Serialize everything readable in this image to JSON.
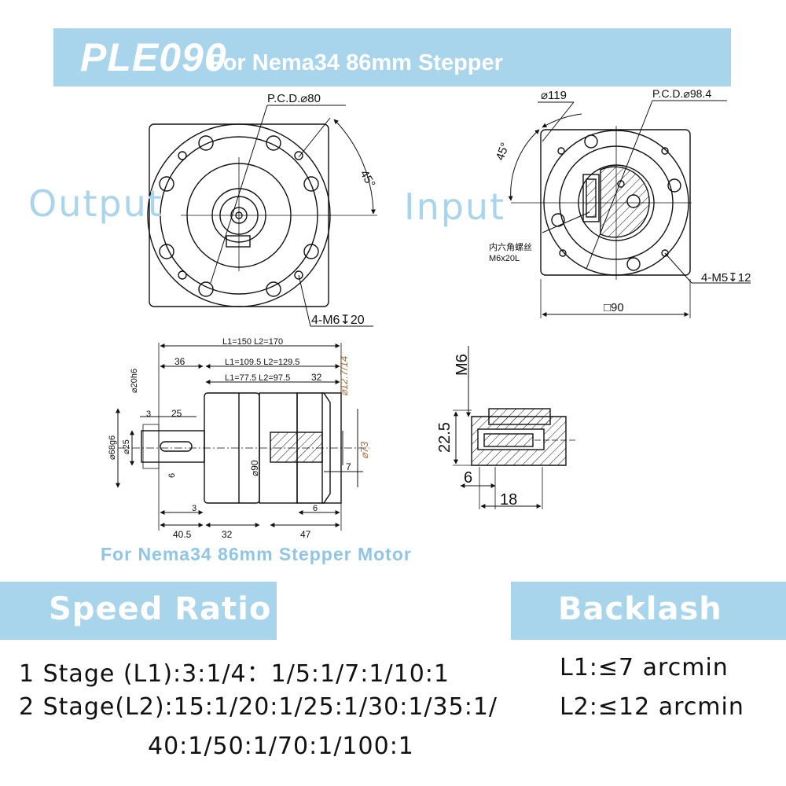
{
  "title": {
    "model": "PLE090",
    "subtitle": "For Nema34 86mm Stepper"
  },
  "views": {
    "output_label": "Output",
    "input_label": "Input"
  },
  "output_view": {
    "pcd": "P.C.D.⌀80",
    "angle": "45°",
    "holes": "4-M6↧20"
  },
  "input_view": {
    "diameter": "⌀119",
    "pcd": "P.C.D.⌀98.4",
    "angle": "45°",
    "screw_cn": "内六角螺丝",
    "screw": "M6x20L",
    "holes": "4-M5↧12",
    "square": "□90"
  },
  "side_view": {
    "l_total": "L1=150   L2=170",
    "l_mid": "L1=109.5   L2=129.5",
    "l_short": "L1=77.5   L2=97.5",
    "d36": "36",
    "d32a": "32",
    "d3a": "3",
    "d25": "25",
    "d20": "⌀20h6",
    "d68": "⌀68g6",
    "d25b": "⌀25",
    "d6": "6",
    "d90": "⌀90",
    "d127": "⌀12.7/14",
    "d73": "⌀73",
    "d7": "7",
    "d3b": "3",
    "d405": "40.5",
    "d32b": "32",
    "d6b": "6",
    "d47": "47"
  },
  "detail_view": {
    "m6": "M6",
    "d225": "22.5",
    "d6": "6",
    "d18": "18"
  },
  "caption": "For Nema34 86mm Stepper Motor",
  "speed_ratio": {
    "heading": "Speed Ratio",
    "line1": "1 Stage (L1):3:1/4：1/5:1/7:1/10:1",
    "line2": "2 Stage(L2):15:1/20:1/25:1/30:1/35:1/",
    "line3": "40:1/50:1/70:1/100:1"
  },
  "backlash": {
    "heading": "Backlash",
    "l1": "L1:≤7 arcmin",
    "l2": "L2:≤12 arcmin"
  },
  "colors": {
    "banner": "#a8d4ec",
    "label": "#a8d4ec",
    "caption": "#8fc5e6",
    "line": "#111111"
  }
}
